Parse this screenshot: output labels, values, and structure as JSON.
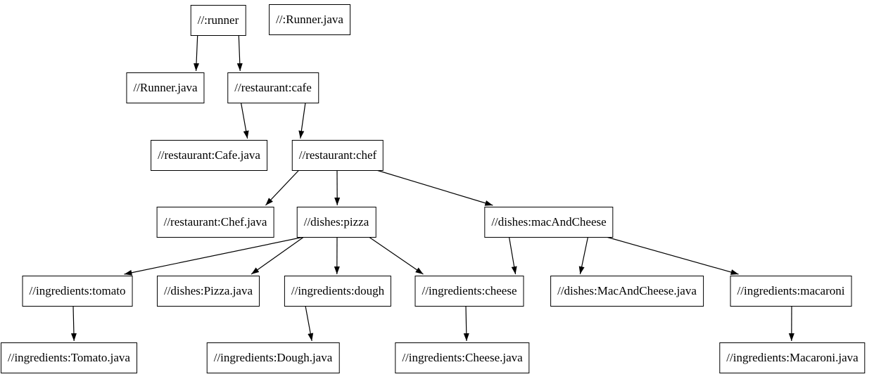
{
  "colors": {
    "background": "#ffffff",
    "node_fill": "#ffffff",
    "node_border": "#000000",
    "edge": "#000000",
    "text": "#000000"
  },
  "graph": {
    "type": "directed-dependency-graph",
    "direction": "top-down",
    "nodes": [
      {
        "id": "runner",
        "label": "//:runner"
      },
      {
        "id": "root-runner-java",
        "label": "//:Runner.java"
      },
      {
        "id": "runner-java",
        "label": "//Runner.java"
      },
      {
        "id": "cafe",
        "label": "//restaurant:cafe"
      },
      {
        "id": "cafe-java",
        "label": "//restaurant:Cafe.java"
      },
      {
        "id": "chef",
        "label": "//restaurant:chef"
      },
      {
        "id": "chef-java",
        "label": "//restaurant:Chef.java"
      },
      {
        "id": "pizza",
        "label": "//dishes:pizza"
      },
      {
        "id": "mac-and-cheese",
        "label": "//dishes:macAndCheese"
      },
      {
        "id": "tomato",
        "label": "//ingredients:tomato"
      },
      {
        "id": "pizza-java",
        "label": "//dishes:Pizza.java"
      },
      {
        "id": "dough",
        "label": "//ingredients:dough"
      },
      {
        "id": "cheese",
        "label": "//ingredients:cheese"
      },
      {
        "id": "mac-and-cheese-java",
        "label": "//dishes:MacAndCheese.java"
      },
      {
        "id": "macaroni",
        "label": "//ingredients:macaroni"
      },
      {
        "id": "tomato-java",
        "label": "//ingredients:Tomato.java"
      },
      {
        "id": "dough-java",
        "label": "//ingredients:Dough.java"
      },
      {
        "id": "cheese-java",
        "label": "//ingredients:Cheese.java"
      },
      {
        "id": "macaroni-java",
        "label": "//ingredients:Macaroni.java"
      }
    ],
    "edges": [
      {
        "from": "runner",
        "to": "runner-java"
      },
      {
        "from": "runner",
        "to": "cafe"
      },
      {
        "from": "cafe",
        "to": "cafe-java"
      },
      {
        "from": "cafe",
        "to": "chef"
      },
      {
        "from": "chef",
        "to": "chef-java"
      },
      {
        "from": "chef",
        "to": "pizza"
      },
      {
        "from": "chef",
        "to": "mac-and-cheese"
      },
      {
        "from": "pizza",
        "to": "tomato"
      },
      {
        "from": "pizza",
        "to": "pizza-java"
      },
      {
        "from": "pizza",
        "to": "dough"
      },
      {
        "from": "pizza",
        "to": "cheese"
      },
      {
        "from": "mac-and-cheese",
        "to": "cheese"
      },
      {
        "from": "mac-and-cheese",
        "to": "mac-and-cheese-java"
      },
      {
        "from": "mac-and-cheese",
        "to": "macaroni"
      },
      {
        "from": "tomato",
        "to": "tomato-java"
      },
      {
        "from": "dough",
        "to": "dough-java"
      },
      {
        "from": "cheese",
        "to": "cheese-java"
      },
      {
        "from": "macaroni",
        "to": "macaroni-java"
      }
    ]
  }
}
